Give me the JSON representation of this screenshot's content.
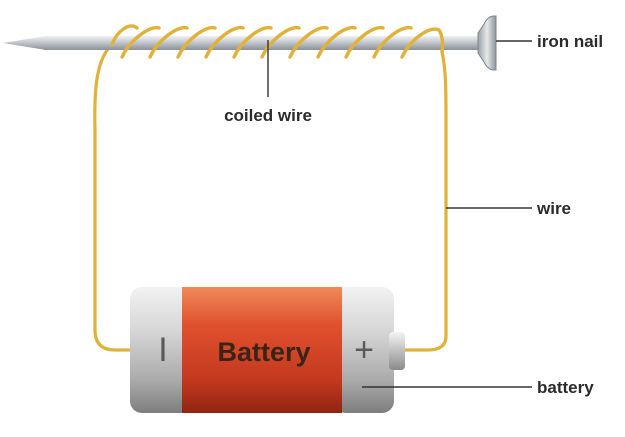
{
  "labels": {
    "iron_nail": "iron nail",
    "coiled_wire": "coiled wire",
    "wire": "wire",
    "battery": "battery"
  },
  "battery": {
    "text": "Battery",
    "negative_sign": "I",
    "positive_sign": "+"
  },
  "colors": {
    "wire": "#e0b23a",
    "battery_body": "#d2452a",
    "battery_cap": "#c9c9c9",
    "nail": "#b9bec3",
    "leader_line": "#333333"
  }
}
